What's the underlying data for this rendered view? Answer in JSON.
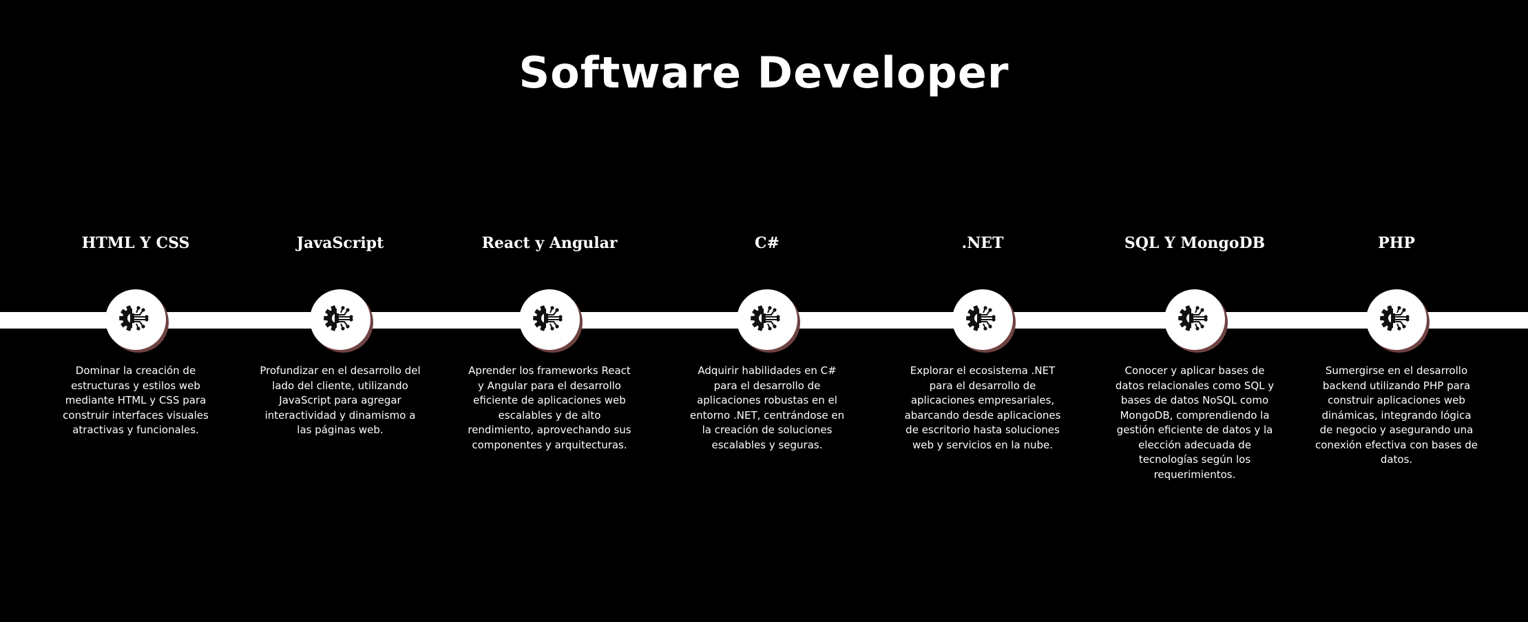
{
  "header": {
    "title": "Software Developer"
  },
  "timeline": {
    "icon": "tech-gear-circuit-icon",
    "colors": {
      "background": "#000000",
      "line": "#ffffff",
      "circle": "#ffffff",
      "circle_shadow": "#6f4242",
      "text": "#ffffff"
    },
    "steps": [
      {
        "title": "HTML Y CSS",
        "description": "Dominar la creación de estructuras y estilos web mediante HTML y CSS para construir interfaces visuales atractivas y funcionales."
      },
      {
        "title": "JavaScript",
        "description": "Profundizar en el desarrollo del lado del cliente, utilizando JavaScript para agregar interactividad y dinamismo a las páginas web."
      },
      {
        "title": "React y Angular",
        "description": "Aprender los frameworks React y Angular para el desarrollo eficiente de aplicaciones web escalables y de alto rendimiento, aprovechando sus componentes y arquitecturas."
      },
      {
        "title": "C#",
        "description": "Adquirir habilidades en C# para el desarrollo de aplicaciones robustas en el entorno .NET, centrándose en la creación de soluciones escalables y seguras."
      },
      {
        "title": ".NET",
        "description": "Explorar el ecosistema .NET para el desarrollo de aplicaciones empresariales, abarcando desde aplicaciones de escritorio hasta soluciones web y servicios en la nube."
      },
      {
        "title": "SQL Y MongoDB",
        "description": "Conocer y aplicar bases de datos relacionales como SQL y bases de datos NoSQL como MongoDB, comprendiendo la gestión eficiente de datos y la elección adecuada de tecnologías según los requerimientos."
      },
      {
        "title": "PHP",
        "description": "Sumergirse en el desarrollo backend utilizando PHP para construir aplicaciones web dinámicas, integrando lógica de negocio y asegurando una conexión efectiva con bases de datos."
      }
    ]
  }
}
